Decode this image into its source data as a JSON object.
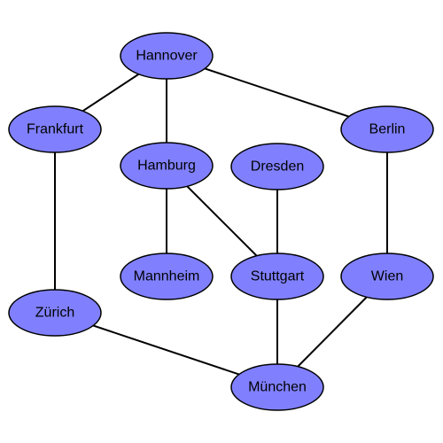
{
  "graph": {
    "nodes": [
      {
        "id": "hannover",
        "label": "Hannover"
      },
      {
        "id": "frankfurt",
        "label": "Frankfurt"
      },
      {
        "id": "berlin",
        "label": "Berlin"
      },
      {
        "id": "hamburg",
        "label": "Hamburg"
      },
      {
        "id": "dresden",
        "label": "Dresden"
      },
      {
        "id": "mannheim",
        "label": "Mannheim"
      },
      {
        "id": "stuttgart",
        "label": "Stuttgart"
      },
      {
        "id": "wien",
        "label": "Wien"
      },
      {
        "id": "zurich",
        "label": "Zürich"
      },
      {
        "id": "munchen",
        "label": "München"
      }
    ],
    "edges": [
      {
        "from": "hannover",
        "to": "frankfurt"
      },
      {
        "from": "hannover",
        "to": "hamburg"
      },
      {
        "from": "hannover",
        "to": "berlin"
      },
      {
        "from": "frankfurt",
        "to": "zurich"
      },
      {
        "from": "hamburg",
        "to": "mannheim"
      },
      {
        "from": "hamburg",
        "to": "stuttgart"
      },
      {
        "from": "dresden",
        "to": "stuttgart"
      },
      {
        "from": "berlin",
        "to": "wien"
      },
      {
        "from": "stuttgart",
        "to": "munchen"
      },
      {
        "from": "wien",
        "to": "munchen"
      },
      {
        "from": "zurich",
        "to": "munchen"
      }
    ],
    "colors": {
      "node_fill": "#8080ff",
      "node_stroke": "#000000",
      "edge": "#000000",
      "text": "#000000"
    }
  }
}
